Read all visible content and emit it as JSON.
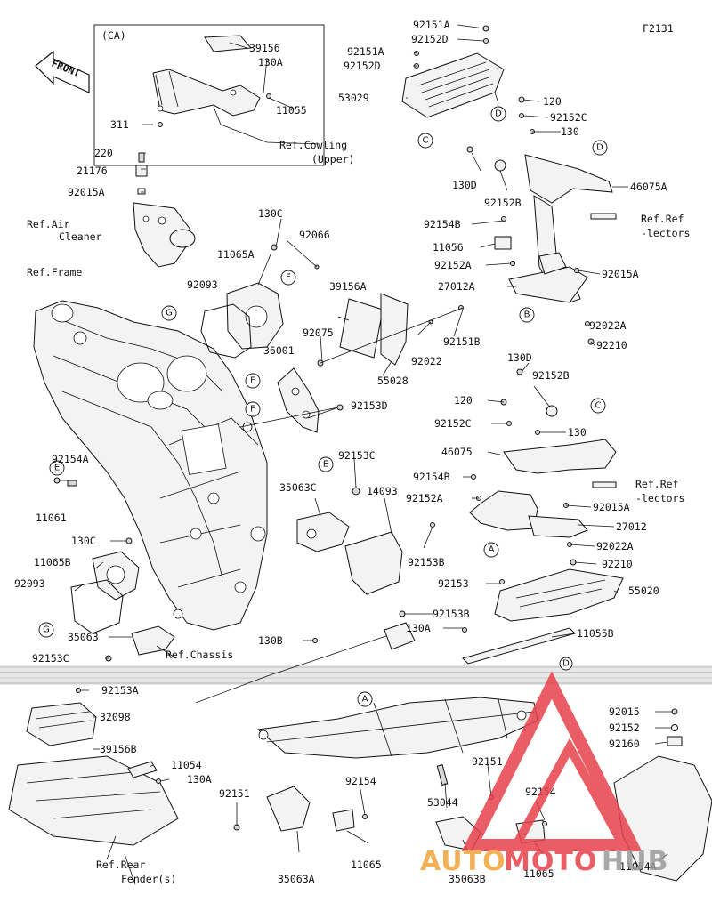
{
  "figure_code": "F2131",
  "front_label": "FRONT",
  "ca_label": "(CA)",
  "watermark": {
    "brand_part1": "AUTO",
    "brand_part2": "MOTO",
    "brand_part3": "HUB",
    "color_orange": "#f2a43a",
    "color_red": "#e8414b",
    "color_grey": "#9a9a9a"
  },
  "ref_labels": {
    "cowling_1": "Ref.Cowling",
    "cowling_2": "(Upper)",
    "air_cleaner_1": "Ref.Air",
    "air_cleaner_2": "Cleaner",
    "frame": "Ref.Frame",
    "reflectors_1": "Ref.Ref",
    "reflectors_2": "-lectors",
    "reflectors2_1": "Ref.Ref",
    "reflectors2_2": "-lectors",
    "chassis": "Ref.Chassis",
    "rear_fender_1": "Ref.Rear",
    "rear_fender_2": "Fender(s)"
  },
  "callouts": {
    "c1": "G",
    "c2": "F",
    "c3": "F",
    "c4": "F",
    "c5": "E",
    "c6": "E",
    "c7": "G",
    "c8": "C",
    "c9": "D",
    "c10": "D",
    "c11": "B",
    "c12": "C",
    "c13": "A",
    "c14": "A",
    "c15": "D"
  },
  "parts": {
    "p39156": "39156",
    "p130A_1": "130A",
    "p11055": "11055",
    "p311": "311",
    "p220": "220",
    "p21176": "21176",
    "p92015A_1": "92015A",
    "p130C_1": "130C",
    "p11065A": "11065A",
    "p92066": "92066",
    "p92093_1": "92093",
    "p39156A": "39156A",
    "p92075": "92075",
    "p36001": "36001",
    "p92151B": "92151B",
    "p92022": "92022",
    "p55028": "55028",
    "p92153D": "92153D",
    "p92151A": "92151A",
    "p92152D": "92152D",
    "p92151A_2": "92151A",
    "p92152D_2": "92152D",
    "p53029": "53029",
    "p120_1": "120",
    "p92152C_1": "92152C",
    "p130_1": "130",
    "p130D_1": "130D",
    "p92152B_1": "92152B",
    "p46075A": "46075A",
    "p92154B_1": "92154B",
    "p11056": "11056",
    "p92152A_1": "92152A",
    "p92015A_2": "92015A",
    "p27012A": "27012A",
    "p92022A_1": "92022A",
    "p92210_1": "92210",
    "p130D_2": "130D",
    "p92152B_2": "92152B",
    "p120_2": "120",
    "p92152C_2": "92152C",
    "p130_2": "130",
    "p46075": "46075",
    "p92154B_2": "92154B",
    "p92152A_2": "92152A",
    "p92015A_3": "92015A",
    "p27012": "27012",
    "p92022A_2": "92022A",
    "p92210_2": "92210",
    "p92153": "92153",
    "p55020": "55020",
    "p92154A": "92154A",
    "p11061": "11061",
    "p92153C_1": "92153C",
    "p35063C": "35063C",
    "p14093": "14093",
    "p130C_2": "130C",
    "p11065B": "11065B",
    "p92093_2": "92093",
    "p92153B_1": "92153B",
    "p92153B_2": "92153B",
    "p35063": "35063",
    "p92153C_2": "92153C",
    "p130B": "130B",
    "p130A_2": "130A",
    "p11055B": "11055B",
    "p92153A": "92153A",
    "p32098": "32098",
    "p39156B": "39156B",
    "p11054": "11054",
    "p130A_3": "130A",
    "p92151_1": "92151",
    "p92154_1": "92154",
    "p35063A": "35063A",
    "p11065_1": "11065",
    "p92151_2": "92151",
    "p53044": "53044",
    "p92154_2": "92154",
    "p35063B": "35063B",
    "p11065_2": "11065",
    "p92015": "92015",
    "p92152": "92152",
    "p92160": "92160",
    "p11054A": "11054A"
  }
}
